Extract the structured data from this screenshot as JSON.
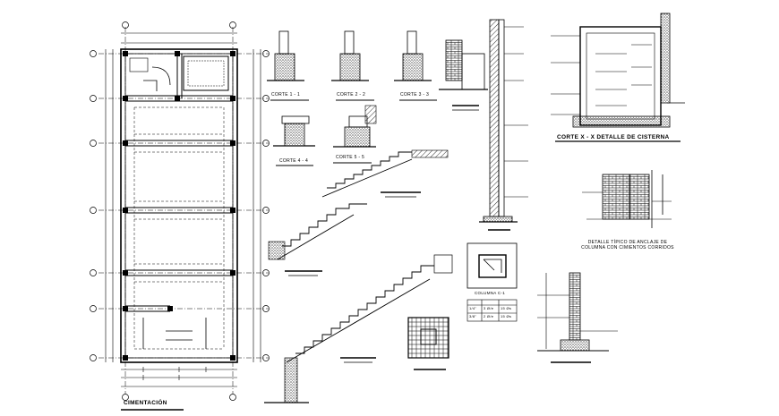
{
  "labels": {
    "floor_plan_title": "CIMENTACIÓN",
    "section_1": "CORTE 1 - 1",
    "section_2": "CORTE 2 - 2",
    "section_3": "CORTE 3 - 3",
    "section_4": "CORTE 4 - 4",
    "section_5": "CORTE 5 - 5",
    "cistern": "CORTE X - X DETALLE DE CISTERNA",
    "column_anchor": "DETALLE TÍPICO DE ANCLAJE DE COLUMNA CON CIMIENTOS CORRIDOS",
    "column_table_title": "COLUMNA  C-1"
  },
  "column_table": {
    "rows": [
      [
        "1/4\"",
        "3  Ø/e",
        "15 Øs"
      ],
      [
        "3/8\"",
        "2  Ø/e",
        "15 Øs"
      ]
    ]
  }
}
